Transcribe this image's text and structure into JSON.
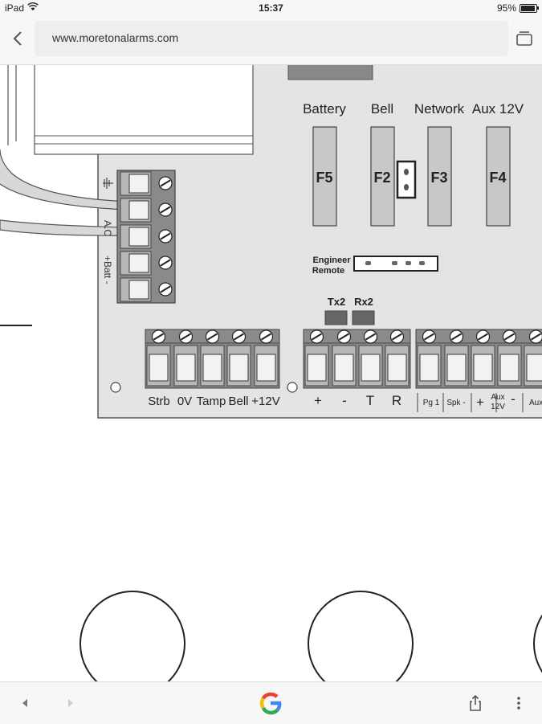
{
  "status_bar": {
    "device": "iPad",
    "time": "15:37",
    "battery_percent": "95%",
    "battery_level": 0.95
  },
  "browser": {
    "url": "www.moretonalarms.com"
  },
  "diagram": {
    "fuses": [
      {
        "label": "Battery",
        "id": "F5"
      },
      {
        "label": "Bell",
        "id": "F2"
      },
      {
        "label": "Network",
        "id": "F3"
      },
      {
        "label": "Aux 12V",
        "id": "F4"
      }
    ],
    "engineer_remote": [
      "Engineer",
      "Remote"
    ],
    "leds": [
      "Tx2",
      "Rx2"
    ],
    "left_terminal_labels": {
      "ac": "A.C",
      "batt": "+Batt -"
    },
    "bell_terminals": [
      "Strb",
      "0V",
      "Tamp",
      "Bell",
      "+12V"
    ],
    "network_terminals": [
      "+",
      "-",
      "T",
      "R"
    ],
    "aux_terminals": [
      "Pg 1",
      "Spk -",
      "+",
      "Aux 12V",
      "-",
      "Aux"
    ]
  },
  "colors": {
    "board": "#e4e4e4",
    "fuse": "#c8c8c8",
    "terminal": "#8a8a8a",
    "led": "#666666"
  }
}
